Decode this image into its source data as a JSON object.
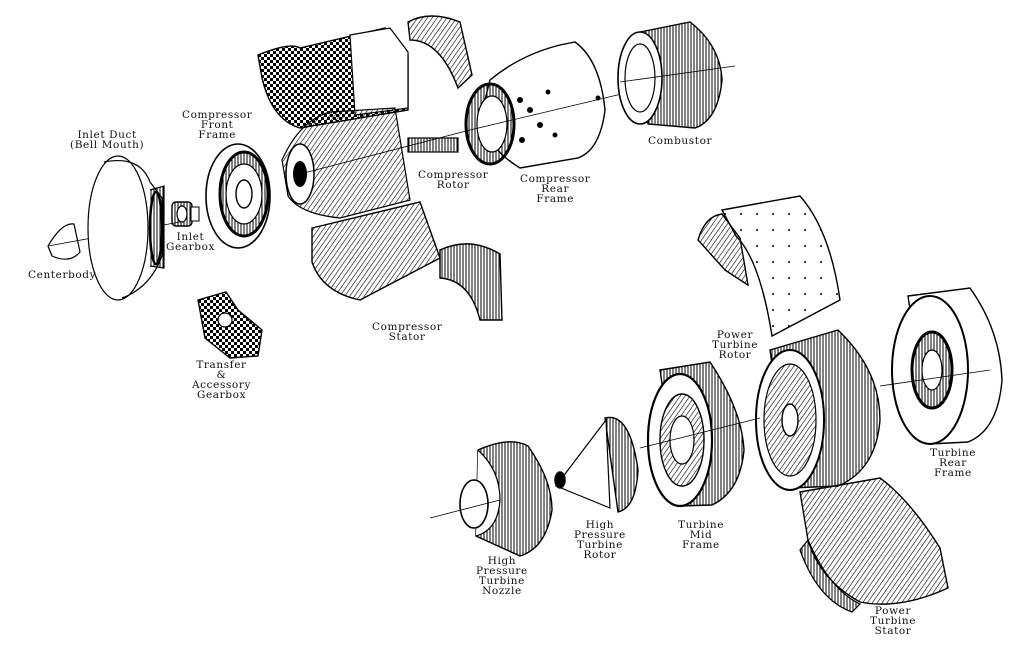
{
  "diagram": {
    "components": [
      {
        "id": "centerbody",
        "label": "Centerbody"
      },
      {
        "id": "inlet-duct",
        "label": "Inlet Duct\n(Bell Mouth)"
      },
      {
        "id": "inlet-gearbox",
        "label": "Inlet\nGearbox"
      },
      {
        "id": "compressor-front-frame",
        "label": "Compressor\nFront\nFrame"
      },
      {
        "id": "compressor-rotor",
        "label": "Compressor\nRotor"
      },
      {
        "id": "compressor-stator",
        "label": "Compressor\nStator"
      },
      {
        "id": "compressor-rear-frame",
        "label": "Compressor\nRear\nFrame"
      },
      {
        "id": "combustor",
        "label": "Combustor"
      },
      {
        "id": "transfer-accessory-gearbox",
        "label": "Transfer\n&\nAccessory\nGearbox"
      },
      {
        "id": "power-turbine-rotor",
        "label": "Power\nTurbine\nRotor"
      },
      {
        "id": "turbine-rear-frame",
        "label": "Turbine\nRear\nFrame"
      },
      {
        "id": "turbine-mid-frame",
        "label": "Turbine\nMid\nFrame"
      },
      {
        "id": "hp-turbine-rotor",
        "label": "High\nPressure\nTurbine\nRotor"
      },
      {
        "id": "hp-turbine-nozzle",
        "label": "High\nPressure\nTurbine\nNozzle"
      },
      {
        "id": "power-turbine-stator",
        "label": "Power\nTurbine\nStator"
      }
    ]
  }
}
